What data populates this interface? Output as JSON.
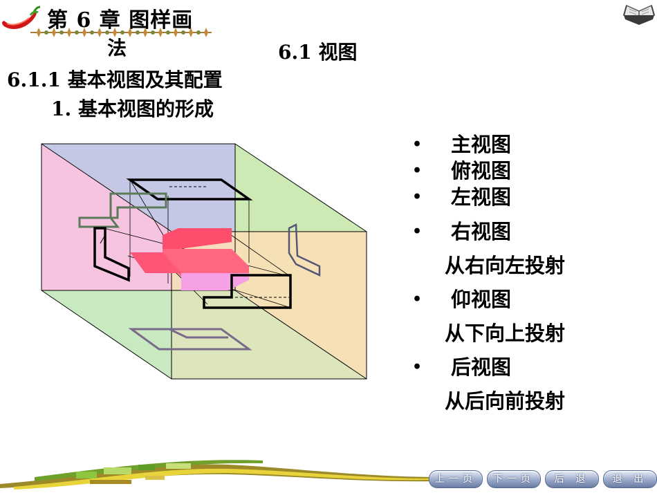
{
  "header": {
    "chapter_line1": "第 6 章  图样画",
    "chapter_line2": "法"
  },
  "section": {
    "title": "6.1  视图",
    "subtitle": "6.1.1  基本视图及其配置",
    "subsubtitle": "1. 基本视图的形成"
  },
  "views": [
    {
      "label": "主视图"
    },
    {
      "label": "俯视图"
    },
    {
      "label": "左视图"
    },
    {
      "label": "右视图",
      "note": "从右向左投射"
    },
    {
      "label": "仰视图",
      "note": "从下向上投射"
    },
    {
      "label": "后视图",
      "note": "从后向前投射"
    }
  ],
  "bullet_glyph": "•",
  "nav": {
    "prev": "上一页",
    "next": "下一页",
    "back": "后 退",
    "exit": "退 出"
  },
  "icons": {
    "chili": "chili-pepper-icon",
    "book": "open-book-icon"
  },
  "colors": {
    "back_face": "#c5c8e4",
    "left_face": "#f6c3e0",
    "floor_face": "#c9eac1",
    "right_face": "#cdeab5",
    "front_face": "#fcdfb5",
    "object_red": "#ff6680",
    "nav_blue": "#7f92b8"
  }
}
